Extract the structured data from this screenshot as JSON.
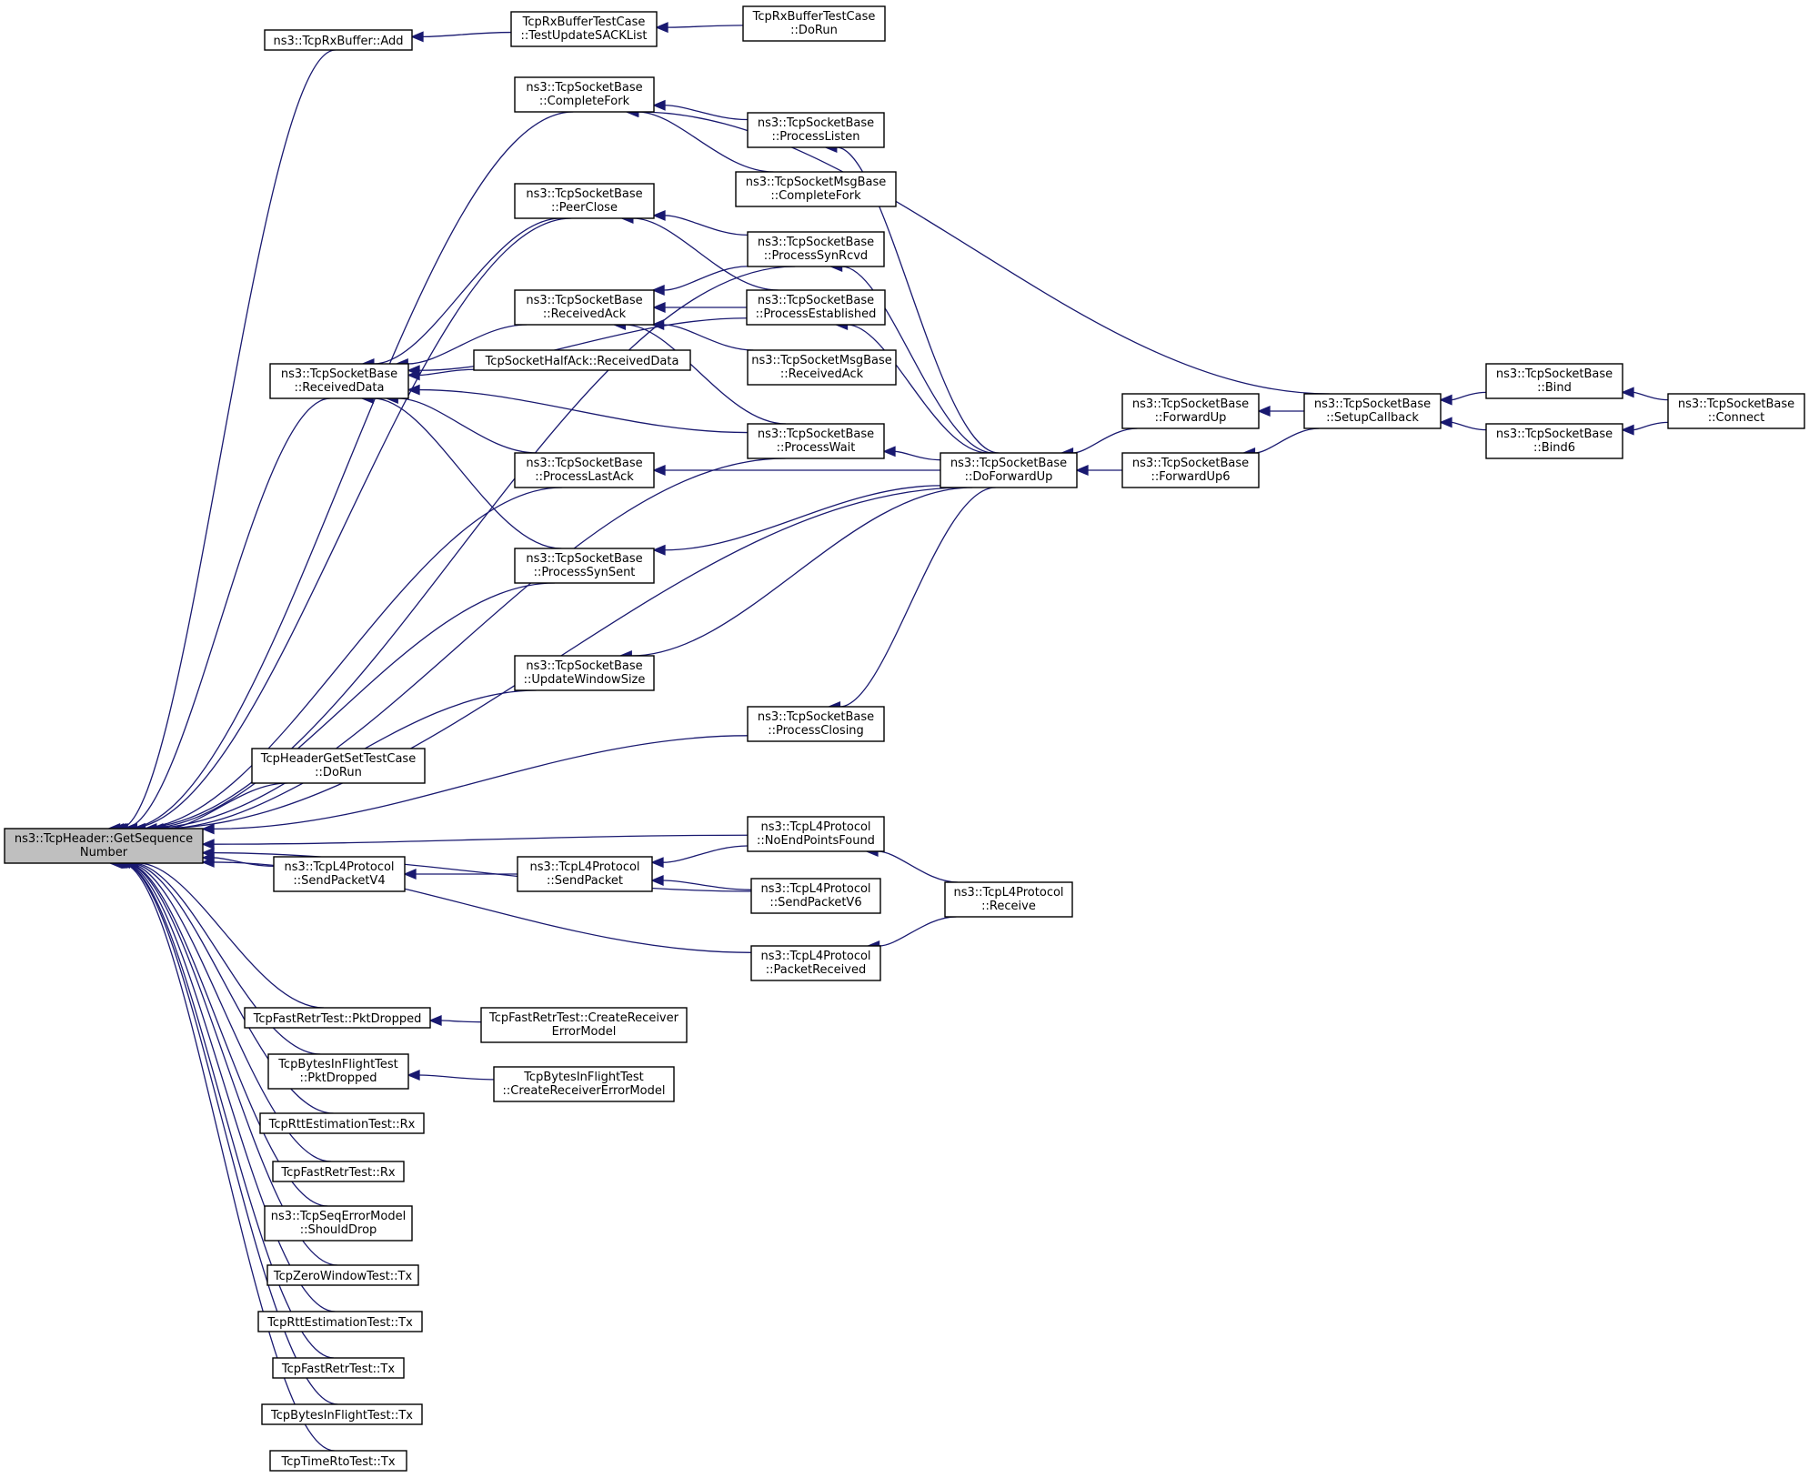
{
  "graph": {
    "title": "",
    "colors": {
      "edge": "#191970",
      "node_border": "#000000",
      "node_fill": "#ffffff",
      "root_fill": "#bfbfbf"
    },
    "nodes": [
      {
        "id": "root",
        "lines": [
          "ns3::TcpHeader::GetSequence",
          "Number"
        ]
      },
      {
        "id": "rxAdd",
        "lines": [
          "ns3::TcpRxBuffer::Add"
        ]
      },
      {
        "id": "rxUpd",
        "lines": [
          "TcpRxBufferTestCase",
          "::TestUpdateSACKList"
        ]
      },
      {
        "id": "rxDoRun",
        "lines": [
          "TcpRxBufferTestCase",
          "::DoRun"
        ]
      },
      {
        "id": "completeFork",
        "lines": [
          "ns3::TcpSocketBase",
          "::CompleteFork"
        ]
      },
      {
        "id": "processListen",
        "lines": [
          "ns3::TcpSocketBase",
          "::ProcessListen"
        ]
      },
      {
        "id": "msgCompleteFork",
        "lines": [
          "ns3::TcpSocketMsgBase",
          "::CompleteFork"
        ]
      },
      {
        "id": "peerClose",
        "lines": [
          "ns3::TcpSocketBase",
          "::PeerClose"
        ]
      },
      {
        "id": "processSynRcvd",
        "lines": [
          "ns3::TcpSocketBase",
          "::ProcessSynRcvd"
        ]
      },
      {
        "id": "receivedAck",
        "lines": [
          "ns3::TcpSocketBase",
          "::ReceivedAck"
        ]
      },
      {
        "id": "processEstablished",
        "lines": [
          "ns3::TcpSocketBase",
          "::ProcessEstablished"
        ]
      },
      {
        "id": "receivedData",
        "lines": [
          "ns3::TcpSocketBase",
          "::ReceivedData"
        ]
      },
      {
        "id": "halfAck",
        "lines": [
          "TcpSocketHalfAck::ReceivedData"
        ]
      },
      {
        "id": "msgReceivedAck",
        "lines": [
          "ns3::TcpSocketMsgBase",
          "::ReceivedAck"
        ]
      },
      {
        "id": "processWait",
        "lines": [
          "ns3::TcpSocketBase",
          "::ProcessWait"
        ]
      },
      {
        "id": "doForwardUp",
        "lines": [
          "ns3::TcpSocketBase",
          "::DoForwardUp"
        ]
      },
      {
        "id": "forwardUp",
        "lines": [
          "ns3::TcpSocketBase",
          "::ForwardUp"
        ]
      },
      {
        "id": "forwardUp6",
        "lines": [
          "ns3::TcpSocketBase",
          "::ForwardUp6"
        ]
      },
      {
        "id": "setupCallback",
        "lines": [
          "ns3::TcpSocketBase",
          "::SetupCallback"
        ]
      },
      {
        "id": "bind",
        "lines": [
          "ns3::TcpSocketBase",
          "::Bind"
        ]
      },
      {
        "id": "bind6",
        "lines": [
          "ns3::TcpSocketBase",
          "::Bind6"
        ]
      },
      {
        "id": "connect",
        "lines": [
          "ns3::TcpSocketBase",
          "::Connect"
        ]
      },
      {
        "id": "processLastAck",
        "lines": [
          "ns3::TcpSocketBase",
          "::ProcessLastAck"
        ]
      },
      {
        "id": "processSynSent",
        "lines": [
          "ns3::TcpSocketBase",
          "::ProcessSynSent"
        ]
      },
      {
        "id": "updateWindowSize",
        "lines": [
          "ns3::TcpSocketBase",
          "::UpdateWindowSize"
        ]
      },
      {
        "id": "processClosing",
        "lines": [
          "ns3::TcpSocketBase",
          "::ProcessClosing"
        ]
      },
      {
        "id": "headerTest",
        "lines": [
          "TcpHeaderGetSetTestCase",
          "::DoRun"
        ]
      },
      {
        "id": "noEndPoints",
        "lines": [
          "ns3::TcpL4Protocol",
          "::NoEndPointsFound"
        ]
      },
      {
        "id": "sendPacketV4",
        "lines": [
          "ns3::TcpL4Protocol",
          "::SendPacketV4"
        ]
      },
      {
        "id": "sendPacket",
        "lines": [
          "ns3::TcpL4Protocol",
          "::SendPacket"
        ]
      },
      {
        "id": "sendPacketV6",
        "lines": [
          "ns3::TcpL4Protocol",
          "::SendPacketV6"
        ]
      },
      {
        "id": "l4Receive",
        "lines": [
          "ns3::TcpL4Protocol",
          "::Receive"
        ]
      },
      {
        "id": "packetReceived",
        "lines": [
          "ns3::TcpL4Protocol",
          "::PacketReceived"
        ]
      },
      {
        "id": "fastRetrPkt",
        "lines": [
          "TcpFastRetrTest::PktDropped"
        ]
      },
      {
        "id": "fastRetrCreate",
        "lines": [
          "TcpFastRetrTest::CreateReceiver",
          "ErrorModel"
        ]
      },
      {
        "id": "bifPkt",
        "lines": [
          "TcpBytesInFlightTest",
          "::PktDropped"
        ]
      },
      {
        "id": "bifCreate",
        "lines": [
          "TcpBytesInFlightTest",
          "::CreateReceiverErrorModel"
        ]
      },
      {
        "id": "rttRx",
        "lines": [
          "TcpRttEstimationTest::Rx"
        ]
      },
      {
        "id": "fastRetrRx",
        "lines": [
          "TcpFastRetrTest::Rx"
        ]
      },
      {
        "id": "seqErr",
        "lines": [
          "ns3::TcpSeqErrorModel",
          "::ShouldDrop"
        ]
      },
      {
        "id": "zeroWinTx",
        "lines": [
          "TcpZeroWindowTest::Tx"
        ]
      },
      {
        "id": "rttTx",
        "lines": [
          "TcpRttEstimationTest::Tx"
        ]
      },
      {
        "id": "fastRetrTx",
        "lines": [
          "TcpFastRetrTest::Tx"
        ]
      },
      {
        "id": "bifTx",
        "lines": [
          "TcpBytesInFlightTest::Tx"
        ]
      },
      {
        "id": "timeRtoTx",
        "lines": [
          "TcpTimeRtoTest::Tx"
        ]
      }
    ],
    "edges": [
      {
        "from": "rxAdd",
        "to": "root"
      },
      {
        "from": "completeFork",
        "to": "root"
      },
      {
        "from": "processSynRcvd",
        "to": "root"
      },
      {
        "from": "peerClose",
        "to": "root"
      },
      {
        "from": "receivedData",
        "to": "root"
      },
      {
        "from": "processWait",
        "to": "root"
      },
      {
        "from": "processLastAck",
        "to": "root"
      },
      {
        "from": "processSynSent",
        "to": "root"
      },
      {
        "from": "doForwardUp",
        "to": "root"
      },
      {
        "from": "updateWindowSize",
        "to": "root"
      },
      {
        "from": "processClosing",
        "to": "root"
      },
      {
        "from": "headerTest",
        "to": "root"
      },
      {
        "from": "noEndPoints",
        "to": "root"
      },
      {
        "from": "sendPacketV4",
        "to": "root"
      },
      {
        "from": "sendPacketV6",
        "to": "root"
      },
      {
        "from": "packetReceived",
        "to": "root"
      },
      {
        "from": "fastRetrPkt",
        "to": "root"
      },
      {
        "from": "bifPkt",
        "to": "root"
      },
      {
        "from": "rttRx",
        "to": "root"
      },
      {
        "from": "fastRetrRx",
        "to": "root"
      },
      {
        "from": "seqErr",
        "to": "root"
      },
      {
        "from": "zeroWinTx",
        "to": "root"
      },
      {
        "from": "rttTx",
        "to": "root"
      },
      {
        "from": "fastRetrTx",
        "to": "root"
      },
      {
        "from": "bifTx",
        "to": "root"
      },
      {
        "from": "timeRtoTx",
        "to": "root"
      },
      {
        "from": "rxUpd",
        "to": "rxAdd"
      },
      {
        "from": "rxDoRun",
        "to": "rxUpd"
      },
      {
        "from": "processListen",
        "to": "completeFork"
      },
      {
        "from": "msgCompleteFork",
        "to": "completeFork"
      },
      {
        "from": "setupCallback",
        "to": "completeFork"
      },
      {
        "from": "processSynRcvd",
        "to": "peerClose"
      },
      {
        "from": "processEstablished",
        "to": "peerClose"
      },
      {
        "from": "processSynRcvd",
        "to": "receivedAck"
      },
      {
        "from": "processEstablished",
        "to": "receivedAck"
      },
      {
        "from": "msgReceivedAck",
        "to": "receivedAck"
      },
      {
        "from": "processWait",
        "to": "receivedAck"
      },
      {
        "from": "peerClose",
        "to": "receivedData"
      },
      {
        "from": "receivedAck",
        "to": "receivedData"
      },
      {
        "from": "processEstablished",
        "to": "receivedData"
      },
      {
        "from": "halfAck",
        "to": "receivedData"
      },
      {
        "from": "processWait",
        "to": "receivedData"
      },
      {
        "from": "processLastAck",
        "to": "receivedData"
      },
      {
        "from": "processSynSent",
        "to": "receivedData"
      },
      {
        "from": "doForwardUp",
        "to": "processListen"
      },
      {
        "from": "doForwardUp",
        "to": "processSynRcvd"
      },
      {
        "from": "doForwardUp",
        "to": "processEstablished"
      },
      {
        "from": "doForwardUp",
        "to": "processWait"
      },
      {
        "from": "doForwardUp",
        "to": "processLastAck"
      },
      {
        "from": "doForwardUp",
        "to": "processSynSent"
      },
      {
        "from": "doForwardUp",
        "to": "updateWindowSize"
      },
      {
        "from": "doForwardUp",
        "to": "processClosing"
      },
      {
        "from": "forwardUp",
        "to": "doForwardUp"
      },
      {
        "from": "forwardUp6",
        "to": "doForwardUp"
      },
      {
        "from": "setupCallback",
        "to": "forwardUp"
      },
      {
        "from": "setupCallback",
        "to": "forwardUp6"
      },
      {
        "from": "bind",
        "to": "setupCallback"
      },
      {
        "from": "bind6",
        "to": "setupCallback"
      },
      {
        "from": "connect",
        "to": "bind"
      },
      {
        "from": "connect",
        "to": "bind6"
      },
      {
        "from": "sendPacket",
        "to": "sendPacketV4"
      },
      {
        "from": "noEndPoints",
        "to": "sendPacket"
      },
      {
        "from": "sendPacketV6",
        "to": "sendPacket"
      },
      {
        "from": "l4Receive",
        "to": "noEndPoints"
      },
      {
        "from": "l4Receive",
        "to": "packetReceived"
      },
      {
        "from": "fastRetrCreate",
        "to": "fastRetrPkt"
      },
      {
        "from": "bifCreate",
        "to": "bifPkt"
      }
    ]
  }
}
